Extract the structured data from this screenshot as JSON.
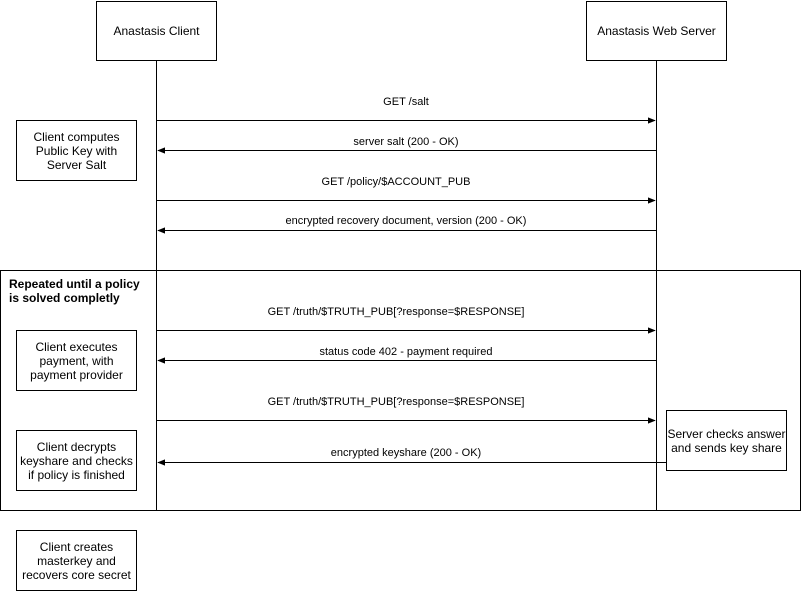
{
  "participants": {
    "client": "Anastasis Client",
    "server": "Anastasis Web Server"
  },
  "messages": {
    "m1": "GET /salt",
    "m2": "server salt (200 - OK)",
    "m3": "GET /policy/$ACCOUNT_PUB",
    "m4": "encrypted recovery document, version (200 - OK)",
    "m5": "GET /truth/$TRUTH_PUB[?response=$RESPONSE]",
    "m6": "status code 402 - payment required",
    "m7": "GET /truth/$TRUTH_PUB[?response=$RESPONSE]",
    "m8": "encrypted keyshare (200 - OK)"
  },
  "notes": {
    "salt": "Client computes\nPublic Key with\nServer Salt",
    "payment": "Client executes\npayment, with\npayment provider",
    "decrypt": "Client decrypts\nkeyshare and checks\nif policy is finished",
    "server_check": "Server checks answer\nand sends key share",
    "final": "Client creates\nmasterkey and\nrecovers core secret"
  },
  "loop": {
    "title": "Repeated until a policy\nis solved completly"
  }
}
